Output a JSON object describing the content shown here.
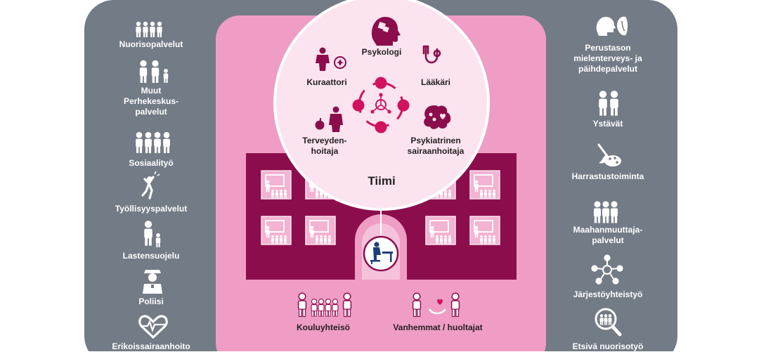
{
  "left_services": [
    {
      "label": "Nuorisopalvelut",
      "icon": "youth-group-icon"
    },
    {
      "label": "Muut Perhekeskus-palvelut",
      "icon": "family-icon"
    },
    {
      "label": "Sosiaalityö",
      "icon": "people-group-icon"
    },
    {
      "label": "Työllisyyspalvelut",
      "icon": "jumping-person-icon"
    },
    {
      "label": "Lastensuojelu",
      "icon": "adult-child-icon"
    },
    {
      "label": "Poliisi",
      "icon": "police-officer-icon"
    },
    {
      "label": "Erikoissairaanhoito",
      "icon": "heart-pulse-icon"
    }
  ],
  "right_services": [
    {
      "label": "Perustason mielenterveys- ja päihdepalvelut",
      "icon": "heads-mental-health-icon"
    },
    {
      "label": "Ystävät",
      "icon": "friends-icon"
    },
    {
      "label": "Harrastustoiminta",
      "icon": "paint-palette-icon"
    },
    {
      "label": "Maahanmuuttaja-palvelut",
      "icon": "people-group-icon"
    },
    {
      "label": "Järjestöyhteistyö",
      "icon": "network-icon"
    },
    {
      "label": "Etsivä nuorisotyö",
      "icon": "magnifier-people-icon"
    }
  ],
  "team": {
    "title": "Tiimi",
    "members": [
      {
        "label": "Psykologi",
        "icon": "brain-puzzle-head-icon"
      },
      {
        "label": "Lääkäri",
        "icon": "stethoscope-icon"
      },
      {
        "label": "Kuraattori",
        "icon": "counselor-icon"
      },
      {
        "label": "Terveyden-hoitaja",
        "icon": "nurse-apple-icon"
      },
      {
        "label": "Psykiatrinen sairaanhoitaja",
        "icon": "brain-icon"
      }
    ],
    "hub_icon": "network-hub-icon"
  },
  "school": {
    "center_icon": "student-desk-icon",
    "community_label": "Kouluyhteisö",
    "parents_label": "Vanhemmat / huoltajat"
  },
  "colors": {
    "gray_panel": "#737b86",
    "pink_panel": "#ef9dc5",
    "maroon": "#8c0d4c",
    "magenta": "#d0125f",
    "circle_fill": "#fbe4ef",
    "text_dark": "#231f20"
  }
}
